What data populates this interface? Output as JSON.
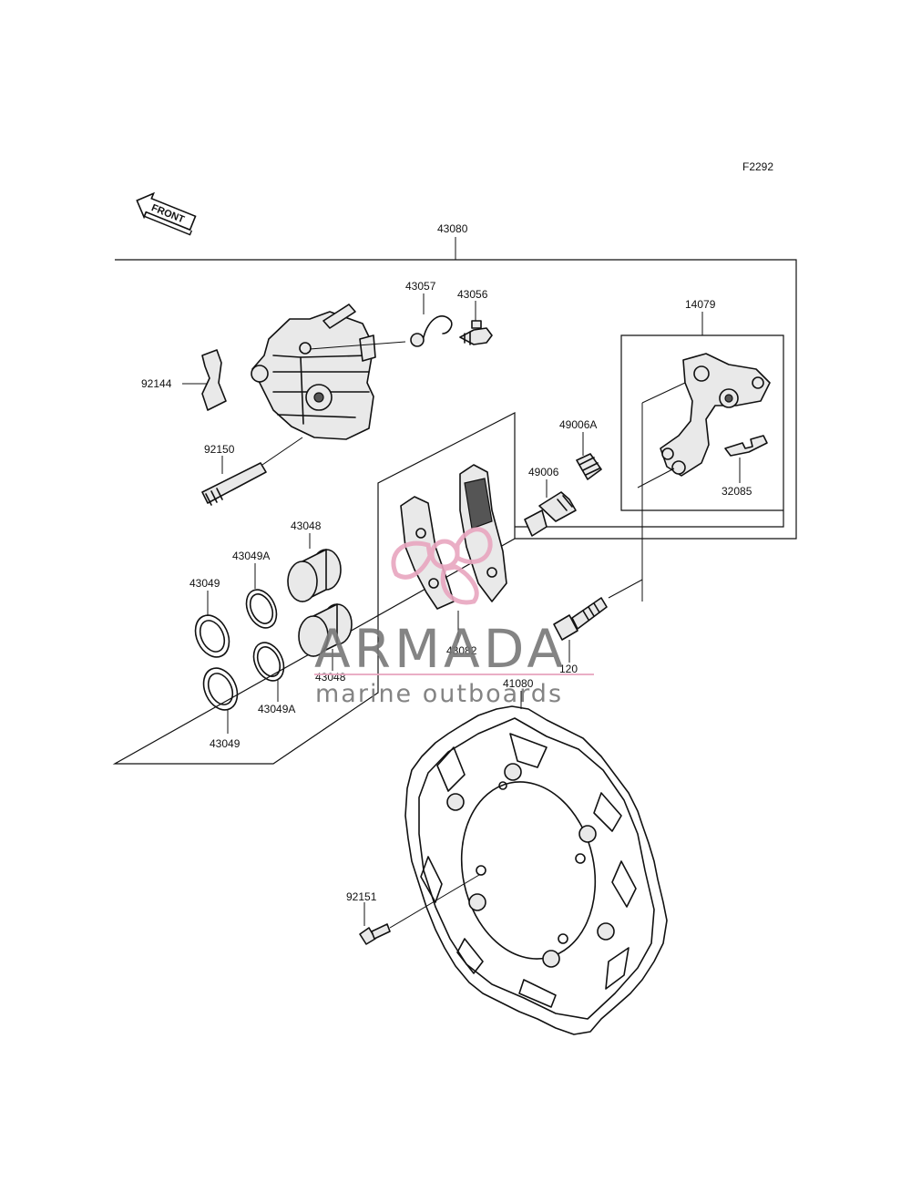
{
  "figure_code": "F2292",
  "front_arrow_text": "FRONT",
  "parts": {
    "p43080": "43080",
    "p43057": "43057",
    "p43056": "43056",
    "p14079": "14079",
    "p92144": "92144",
    "p92150": "92150",
    "p49006A": "49006A",
    "p49006": "49006",
    "p32085": "32085",
    "p43048_top": "43048",
    "p43049A_top": "43049A",
    "p43049_top": "43049",
    "p43048_bottom": "43048",
    "p43049A_bottom": "43049A",
    "p43049_bottom": "43049",
    "p43082": "43082",
    "p120": "120",
    "p41080": "41080",
    "p92151": "92151"
  },
  "watermark": {
    "name": "ARMADA",
    "tagline": "marine outboards",
    "logo_color": "#e8a6bf",
    "text_color": "#777777"
  }
}
